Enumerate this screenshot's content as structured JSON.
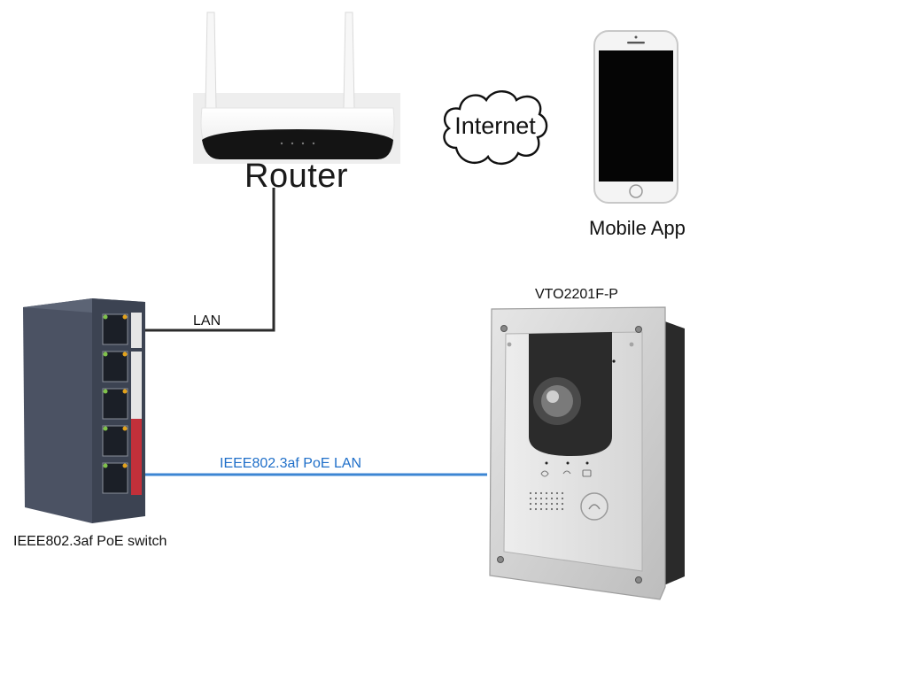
{
  "labels": {
    "router": "Router",
    "internet": "Internet",
    "mobile_app": "Mobile App",
    "vto": "VTO2201F-P",
    "switch": "IEEE802.3af PoE switch",
    "lan": "LAN",
    "poe_lan": "IEEE802.3af PoE LAN"
  },
  "colors": {
    "lan_link": "#2b2b2b",
    "poe_link": "#3c86d3",
    "poe_text": "#1f6fc9"
  },
  "icons": {
    "router": "router-icon",
    "cloud": "cloud-icon",
    "phone": "smartphone-icon",
    "switch": "poe-switch-icon",
    "vto": "door-station-icon"
  }
}
